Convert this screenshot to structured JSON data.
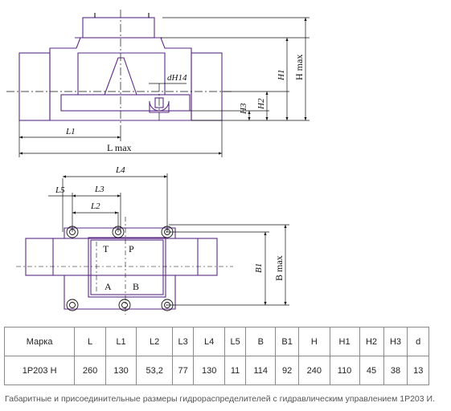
{
  "labels": {
    "dH14": "dH14",
    "H1": "H1",
    "Hmax": "H max",
    "H2": "H2",
    "H3": "H3",
    "L1_top": "L1",
    "Lmax": "L max",
    "L4": "L4",
    "L5": "L5",
    "L3": "L3",
    "L2": "L2",
    "B1": "B1",
    "Bmax": "B max",
    "port_T": "T",
    "port_P": "P",
    "port_A": "A",
    "port_B": "B"
  },
  "table": {
    "header": [
      "Марка",
      "L",
      "L1",
      "L2",
      "L3",
      "L4",
      "L5",
      "B",
      "B1",
      "H",
      "H1",
      "H2",
      "H3",
      "d"
    ],
    "row": [
      "1Р203 Н",
      "260",
      "130",
      "53,2",
      "77",
      "130",
      "11",
      "114",
      "92",
      "240",
      "110",
      "45",
      "38",
      "13"
    ]
  },
  "caption": "Габаритные и присоединительные размеры гидрораспределителей с гидравлическим управлением 1Р203 И.",
  "colors": {
    "outline": "#5b2a86",
    "dimension": "#111111",
    "grid": "#8a8a8a"
  }
}
